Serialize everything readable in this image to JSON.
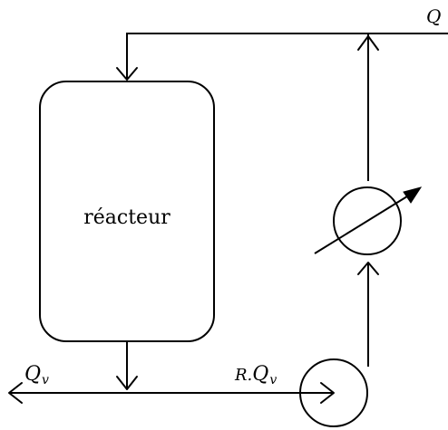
{
  "diagram": {
    "reactor_label": "réacteur",
    "labels": {
      "top_right": "Q",
      "left_bottom_symbol": "Q",
      "left_bottom_subscript": "v",
      "middle_bottom_prefix": "R.",
      "middle_bottom_symbol": "Q",
      "middle_bottom_subscript": "v"
    }
  }
}
